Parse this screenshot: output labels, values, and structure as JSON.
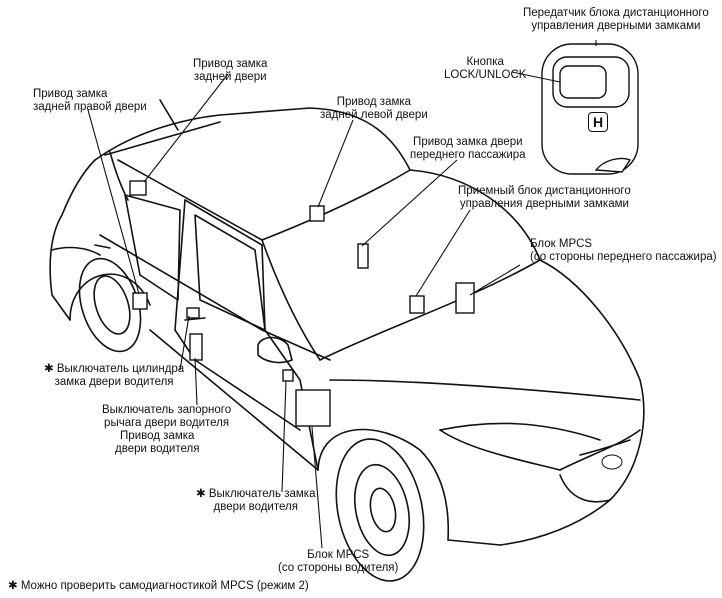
{
  "labels": {
    "transmitter": [
      "Передатчик блока дистанционного",
      "управления дверными замками"
    ],
    "lock_button": [
      "Кнопка",
      "LOCK/UNLOCK"
    ],
    "rear_door_actuator": [
      "Привод замка",
      "задней двери"
    ],
    "rear_right_door_actuator": [
      "Привод замка",
      "задней правой двери"
    ],
    "rear_left_door_actuator": [
      "Привод замка",
      "задней левой двери"
    ],
    "front_passenger_actuator": [
      "Привод замка двери",
      "переднего пассажира"
    ],
    "receiver_unit": [
      "Приемный блок дистанционного",
      "управления дверными замками"
    ],
    "mpcs_passenger": [
      "Блок MPCS",
      "(со стороны переднего пассажира)"
    ],
    "driver_cylinder_switch": [
      "Выключатель цилиндра",
      "замка двери водителя"
    ],
    "driver_latch_switch": [
      "Выключатель запорного",
      "рычага двери водителя"
    ],
    "driver_door_actuator": [
      "Привод замка",
      "двери водителя"
    ],
    "driver_lock_switch": [
      "Выключатель замка",
      "двери водителя"
    ],
    "mpcs_driver": [
      "Блок MPCS",
      "(со стороны водителя)"
    ]
  },
  "asterisk": "✱",
  "footnote": "Можно проверить самодиагностикой MPCS (режим 2)",
  "logo_letter": "H"
}
